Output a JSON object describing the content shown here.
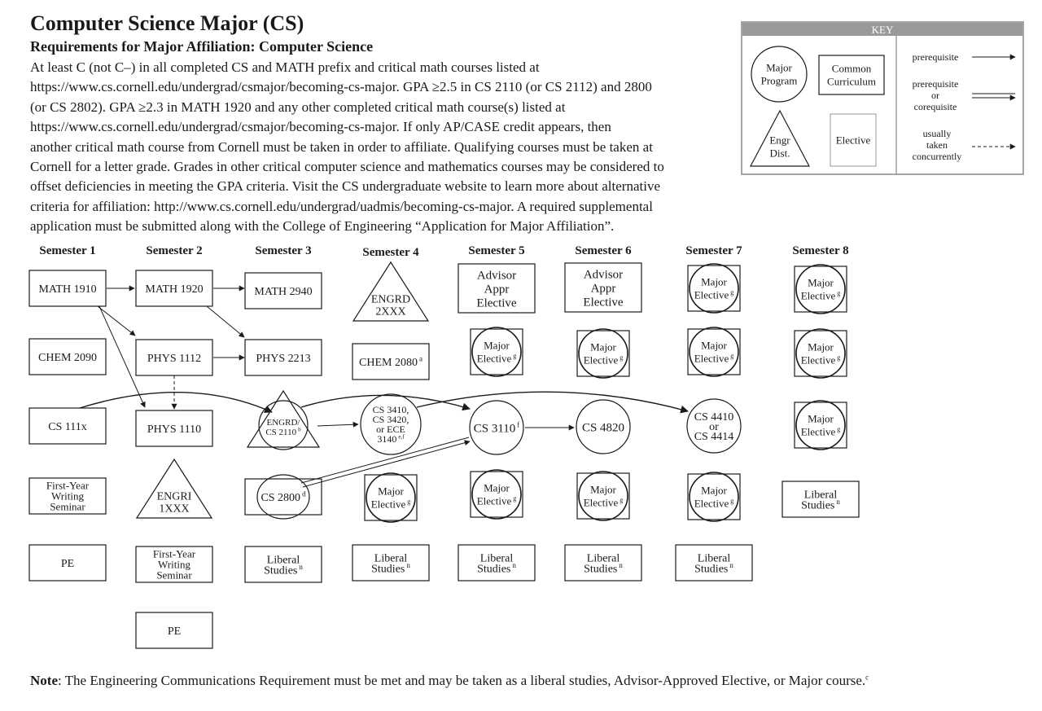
{
  "header": {
    "title": "Computer Science Major (CS)",
    "subtitle": "Requirements for Major Affiliation:  Computer Science",
    "intro_lines": [
      "At least C (not C–) in all completed CS and MATH prefix and critical math courses listed at",
      "https://www.cs.cornell.edu/undergrad/csmajor/becoming-cs-major. GPA ≥2.5 in CS 2110 (or CS 2112) and 2800",
      "(or CS 2802). GPA ≥2.3 in MATH 1920 and any other completed critical math course(s) listed at",
      "https://www.cs.cornell.edu/undergrad/csmajor/becoming-cs-major. If only AP/CASE credit appears, then",
      "another critical math course from Cornell must be taken in order to affiliate. Qualifying courses must be taken at",
      "Cornell for a letter grade. Grades in other critical computer science and mathematics courses may be considered to",
      "offset deficiencies in meeting the GPA criteria. Visit the CS undergraduate website to learn more about alternative",
      "criteria for affiliation: http://www.cs.cornell.edu/undergrad/uadmis/becoming-cs-major. A required supplemental",
      "application must be submitted along with the College of Engineering “Application for Major Affiliation”."
    ]
  },
  "key": {
    "title": "KEY",
    "major_program": [
      "Major",
      "Program"
    ],
    "common_curriculum": [
      "Common",
      "Curriculum"
    ],
    "engr_dist": [
      "Engr",
      "Dist."
    ],
    "elective": [
      "Elective"
    ],
    "prerequisite": [
      "prerequisite"
    ],
    "prereq_or_coreq": [
      "prerequisite",
      "or",
      "corequisite"
    ],
    "concurrent": [
      "usually",
      "taken",
      "concurrently"
    ]
  },
  "semesters": [
    "Semester 1",
    "Semester 2",
    "Semester 3",
    "Semester 4",
    "Semester 5",
    "Semester 6",
    "Semester 7",
    "Semester 8"
  ],
  "courses": [
    {
      "id": "math1910",
      "shape": "box",
      "lines": [
        "MATH 1910"
      ]
    },
    {
      "id": "chem2090",
      "shape": "box",
      "lines": [
        "CHEM 2090"
      ]
    },
    {
      "id": "cs111x",
      "shape": "box",
      "lines": [
        "CS 111x"
      ]
    },
    {
      "id": "fws1",
      "shape": "box",
      "lines": [
        "First-Year",
        "Writing",
        "Seminar"
      ]
    },
    {
      "id": "pe1",
      "shape": "box",
      "lines": [
        "PE"
      ]
    },
    {
      "id": "math1920",
      "shape": "box",
      "lines": [
        "MATH 1920"
      ]
    },
    {
      "id": "phys1112",
      "shape": "box",
      "lines": [
        "PHYS 1112"
      ]
    },
    {
      "id": "phys1110",
      "shape": "box",
      "lines": [
        "PHYS 1110"
      ]
    },
    {
      "id": "engri",
      "shape": "triangle",
      "lines": [
        "ENGRI",
        "1XXX"
      ]
    },
    {
      "id": "fws2",
      "shape": "box",
      "lines": [
        "First-Year",
        "Writing",
        "Seminar"
      ]
    },
    {
      "id": "pe2",
      "shape": "box",
      "lines": [
        "PE"
      ]
    },
    {
      "id": "math2940",
      "shape": "box",
      "lines": [
        "MATH 2940"
      ]
    },
    {
      "id": "phys2213",
      "shape": "box",
      "lines": [
        "PHYS 2213"
      ]
    },
    {
      "id": "cs2110",
      "shape": "triangle-circle",
      "lines": [
        "ENGRD/",
        "CS 2110"
      ],
      "sup": "b"
    },
    {
      "id": "cs2800",
      "shape": "box-circle",
      "lines": [
        "CS 2800"
      ],
      "sup": "d"
    },
    {
      "id": "lib3",
      "shape": "box",
      "lines": [
        "Liberal",
        "Studies"
      ],
      "sup": "n"
    },
    {
      "id": "engrd2xxx",
      "shape": "triangle",
      "lines": [
        "ENGRD",
        "2XXX"
      ]
    },
    {
      "id": "chem2080",
      "shape": "box",
      "lines": [
        "CHEM 2080"
      ],
      "sup": "a"
    },
    {
      "id": "cs3410",
      "shape": "circle",
      "lines": [
        "CS 3410,",
        "CS 3420,",
        "or ECE",
        "3140"
      ],
      "sup": "e,f"
    },
    {
      "id": "me4",
      "shape": "elective-major",
      "lines": [
        "Major",
        "Elective"
      ],
      "sup": "g"
    },
    {
      "id": "lib4",
      "shape": "box",
      "lines": [
        "Liberal",
        "Studies"
      ],
      "sup": "n"
    },
    {
      "id": "aae5",
      "shape": "box",
      "lines": [
        "Advisor",
        "Appr",
        "Elective"
      ]
    },
    {
      "id": "me5a",
      "shape": "elective-major",
      "lines": [
        "Major",
        "Elective"
      ],
      "sup": "g"
    },
    {
      "id": "cs3110",
      "shape": "circle",
      "lines": [
        "CS 3110"
      ],
      "sup": "f"
    },
    {
      "id": "me5b",
      "shape": "elective-major",
      "lines": [
        "Major",
        "Elective"
      ],
      "sup": "g"
    },
    {
      "id": "lib5",
      "shape": "box",
      "lines": [
        "Liberal",
        "Studies"
      ],
      "sup": "n"
    },
    {
      "id": "aae6",
      "shape": "box",
      "lines": [
        "Advisor",
        "Appr",
        "Elective"
      ]
    },
    {
      "id": "me6a",
      "shape": "elective-major",
      "lines": [
        "Major",
        "Elective"
      ],
      "sup": "g"
    },
    {
      "id": "cs4820",
      "shape": "circle",
      "lines": [
        "CS 4820"
      ]
    },
    {
      "id": "me6b",
      "shape": "elective-major",
      "lines": [
        "Major",
        "Elective"
      ],
      "sup": "g"
    },
    {
      "id": "lib6",
      "shape": "box",
      "lines": [
        "Liberal",
        "Studies"
      ],
      "sup": "n"
    },
    {
      "id": "me7a",
      "shape": "elective-major",
      "lines": [
        "Major",
        "Elective"
      ],
      "sup": "g"
    },
    {
      "id": "me7b",
      "shape": "elective-major",
      "lines": [
        "Major",
        "Elective"
      ],
      "sup": "g"
    },
    {
      "id": "cs4410",
      "shape": "circle",
      "lines": [
        "CS 4410",
        "or",
        "CS 4414"
      ]
    },
    {
      "id": "me7c",
      "shape": "elective-major",
      "lines": [
        "Major",
        "Elective"
      ],
      "sup": "g"
    },
    {
      "id": "lib7",
      "shape": "box",
      "lines": [
        "Liberal",
        "Studies"
      ],
      "sup": "n"
    },
    {
      "id": "me8a",
      "shape": "elective-major",
      "lines": [
        "Major",
        "Elective"
      ],
      "sup": "g"
    },
    {
      "id": "me8b",
      "shape": "elective-major",
      "lines": [
        "Major",
        "Elective"
      ],
      "sup": "g"
    },
    {
      "id": "me8c",
      "shape": "elective-major",
      "lines": [
        "Major",
        "Elective"
      ],
      "sup": "g"
    },
    {
      "id": "lib8",
      "shape": "box",
      "lines": [
        "Liberal",
        "Studies"
      ],
      "sup": "n"
    }
  ],
  "edges": [
    {
      "from": "math1910",
      "to": "math1920",
      "type": "prerequisite"
    },
    {
      "from": "math1910",
      "to": "phys1112",
      "type": "prerequisite"
    },
    {
      "from": "math1910",
      "to": "phys1110",
      "type": "prerequisite"
    },
    {
      "from": "math1920",
      "to": "math2940",
      "type": "prerequisite"
    },
    {
      "from": "math1920",
      "to": "phys2213",
      "type": "prerequisite"
    },
    {
      "from": "phys1112",
      "to": "phys2213",
      "type": "prerequisite"
    },
    {
      "from": "phys1112",
      "to": "phys1110",
      "type": "concurrent"
    },
    {
      "from": "cs111x",
      "to": "cs2110",
      "type": "prerequisite"
    },
    {
      "from": "cs2110",
      "to": "cs3410",
      "type": "prerequisite"
    },
    {
      "from": "cs2110",
      "to": "cs3110",
      "type": "prerequisite"
    },
    {
      "from": "cs2800",
      "to": "cs3110",
      "type": "prereq_or_coreq"
    },
    {
      "from": "cs3110",
      "to": "cs4820",
      "type": "prerequisite"
    },
    {
      "from": "cs3410",
      "to": "cs4410",
      "type": "prerequisite"
    }
  ],
  "note": {
    "label": "Note",
    "text": ": The Engineering Communications Requirement must be met and may be taken as a liberal studies, Advisor-Approved Elective, or Major course.",
    "sup": "c"
  }
}
